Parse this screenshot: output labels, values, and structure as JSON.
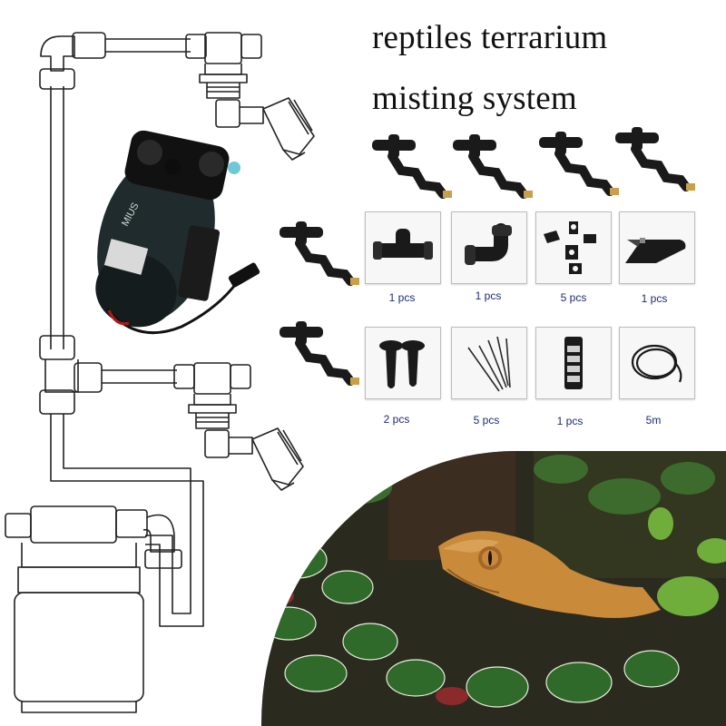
{
  "title": {
    "line1": "reptiles terrarium",
    "line2": "misting system"
  },
  "pump": {
    "brand_label": "MIUS"
  },
  "parts": [
    {
      "icon": "tee-connector-icon",
      "quantity": "1 pcs"
    },
    {
      "icon": "elbow-connector-icon",
      "quantity": "1 pcs"
    },
    {
      "icon": "tube-clip-icon",
      "quantity": "5 pcs"
    },
    {
      "icon": "tube-cutter-icon",
      "quantity": "1 pcs"
    },
    {
      "icon": "wall-plug-icon",
      "quantity": "2 pcs"
    },
    {
      "icon": "cable-tie-icon",
      "quantity": "5 pcs"
    },
    {
      "icon": "filter-icon",
      "quantity": "1 pcs"
    },
    {
      "icon": "tubing-coil-icon",
      "quantity": "5m"
    }
  ],
  "colors": {
    "title_text": "#111111",
    "quantity_text": "#1c2a78",
    "part_black": "#1a1a1a",
    "brass": "#c9a04a"
  }
}
